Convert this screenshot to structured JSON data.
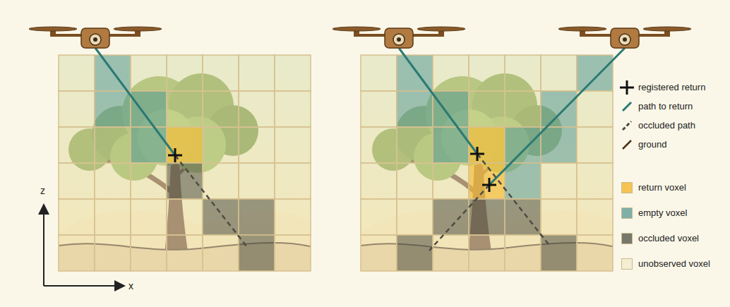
{
  "diagram": {
    "labels": [
      "z",
      "x"
    ],
    "legend": [
      {
        "text": "registered return"
      },
      {
        "text": "path to return"
      },
      {
        "text": "occluded path"
      },
      {
        "text": "ground"
      },
      {
        "text": "return voxel",
        "color": "#f5c452"
      },
      {
        "text": "empty voxel",
        "color": "#7fb0a8"
      },
      {
        "text": "occluded voxel",
        "color": "#77776a"
      },
      {
        "text": "unobserved voxel",
        "color": "#f4eed2"
      }
    ]
  }
}
